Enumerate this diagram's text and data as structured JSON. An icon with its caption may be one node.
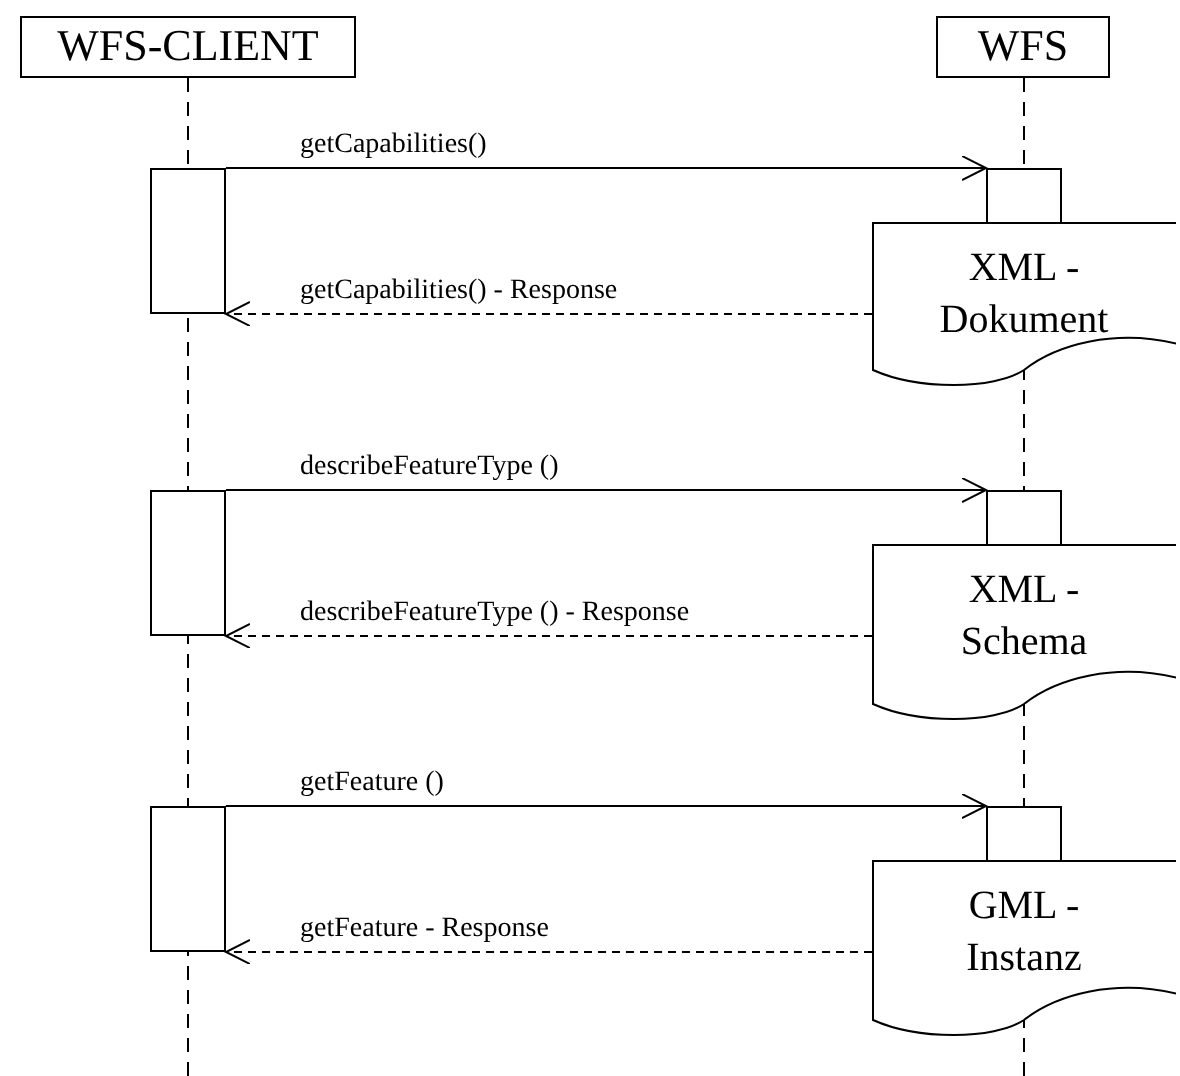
{
  "diagram": {
    "nodes": [
      {
        "text": [
          "WFS-CLIENT"
        ]
      },
      {
        "text": [
          "WFS"
        ]
      },
      {
        "text": [],
        "shape": "box"
      },
      {
        "text": [],
        "shape": "box"
      },
      {
        "text": [
          "XML - Dokument"
        ]
      },
      {
        "text": [],
        "shape": "box"
      },
      {
        "text": [],
        "shape": "box"
      },
      {
        "text": [
          "XML - Schema"
        ]
      },
      {
        "text": [],
        "shape": "box"
      },
      {
        "text": [],
        "shape": "box"
      },
      {
        "text": [
          "GML - Instanz"
        ]
      }
    ],
    "edges": [
      {
        "from": 2,
        "to": 3,
        "arrow": "to",
        "label": "getCapabilities()"
      },
      {
        "from": 4,
        "to": 2,
        "arrow": "to",
        "label": "getCapabilities() - Response",
        "style": "dashed"
      },
      {
        "from": 5,
        "to": 6,
        "arrow": "to",
        "label": "describeFeatureType ()"
      },
      {
        "from": 7,
        "to": 5,
        "arrow": "to",
        "label": "describeFeatureType () - Response",
        "style": "dashed"
      },
      {
        "from": 8,
        "to": 9,
        "arrow": "to",
        "label": "getFeature ()"
      },
      {
        "from": 10,
        "to": 8,
        "arrow": "to",
        "label": "getFeature - Response",
        "style": "dashed"
      }
    ]
  }
}
